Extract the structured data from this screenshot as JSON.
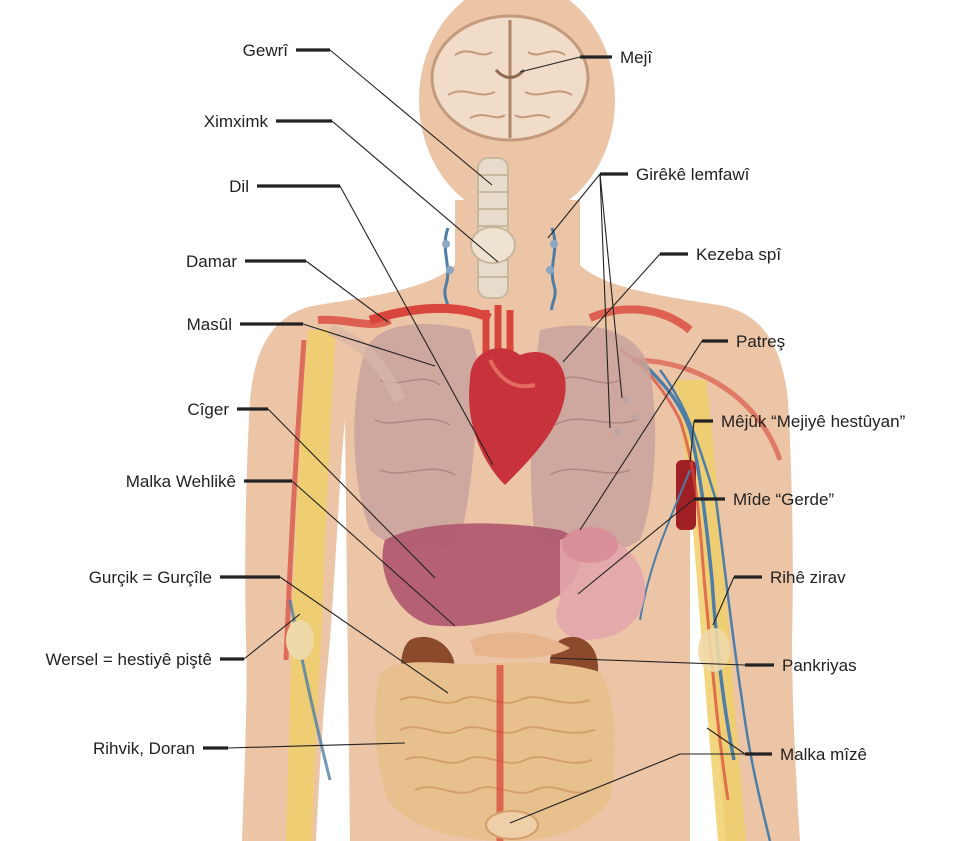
{
  "labels_left": [
    {
      "id": "gewri",
      "text": "Gewrî"
    },
    {
      "id": "ximximk",
      "text": "Ximximk"
    },
    {
      "id": "dil",
      "text": "Dil"
    },
    {
      "id": "damar",
      "text": "Damar"
    },
    {
      "id": "masul",
      "text": "Masûl"
    },
    {
      "id": "ciger",
      "text": "Cîger"
    },
    {
      "id": "malka-wehlike",
      "text": "Malka Wehlikê"
    },
    {
      "id": "gurcik",
      "text": "Gurçik = Gurçîle"
    },
    {
      "id": "wersel",
      "text": "Wersel = hestiyê piştê"
    },
    {
      "id": "rihvik",
      "text": "Rihvik, Doran"
    }
  ],
  "labels_right": [
    {
      "id": "meji",
      "text": "Mejî"
    },
    {
      "id": "gireke-lemfawi",
      "text": "Girêkê lemfawî"
    },
    {
      "id": "kezeba-spi",
      "text": "Kezeba spî"
    },
    {
      "id": "patres",
      "text": "Patreş"
    },
    {
      "id": "mejuk",
      "text": "Mêjûk “Mejiyê hestûyan”"
    },
    {
      "id": "mide",
      "text": "Mîde “Gerde”"
    },
    {
      "id": "rihe-zirav",
      "text": "Rihê zirav"
    },
    {
      "id": "pankriyas",
      "text": "Pankriyas"
    },
    {
      "id": "malka-mize",
      "text": "Malka mîzê"
    }
  ],
  "colors": {
    "skin": "#ecc4a6",
    "brain": "#f0dcc8",
    "lung": "#c9a39c",
    "heart": "#c8323a",
    "artery": "#d9473c",
    "liver": "#b0566e",
    "stomach": "#e2a6ac",
    "intestine": "#e8c08e",
    "bone": "#f0cf6a",
    "vein": "#4d7ea8",
    "kidney": "#8c4a2c",
    "label": "#222222"
  }
}
